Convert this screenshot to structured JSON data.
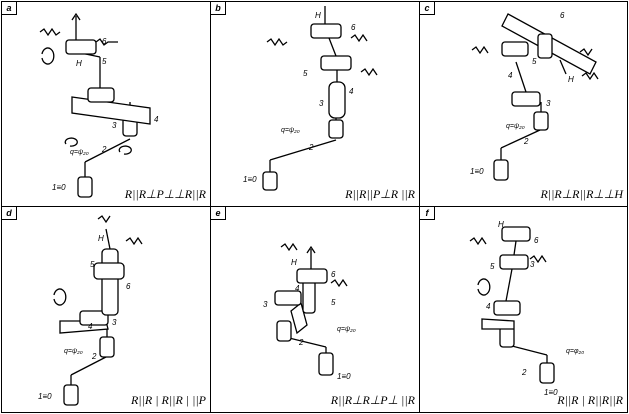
{
  "panels": [
    {
      "id": "a",
      "formula": "R||R⊥P⊥⊥R||R"
    },
    {
      "id": "b",
      "formula": "R||R||P⊥R ||R"
    },
    {
      "id": "c",
      "formula": "R||R⊥R||R⊥⊥H"
    },
    {
      "id": "d",
      "formula": "R||R | R||R | ||P"
    },
    {
      "id": "e",
      "formula": "R||R⊥R⊥P⊥ ||R"
    },
    {
      "id": "f",
      "formula": "R||R | R||R||R"
    }
  ],
  "labels": {
    "H": "H",
    "base": "1≡0",
    "q_psi": "q=ψ₂₀",
    "q_phi": "q=φ₂₀",
    "n2": "2",
    "n3": "3",
    "n4": "4",
    "n5": "5",
    "n6": "6"
  }
}
